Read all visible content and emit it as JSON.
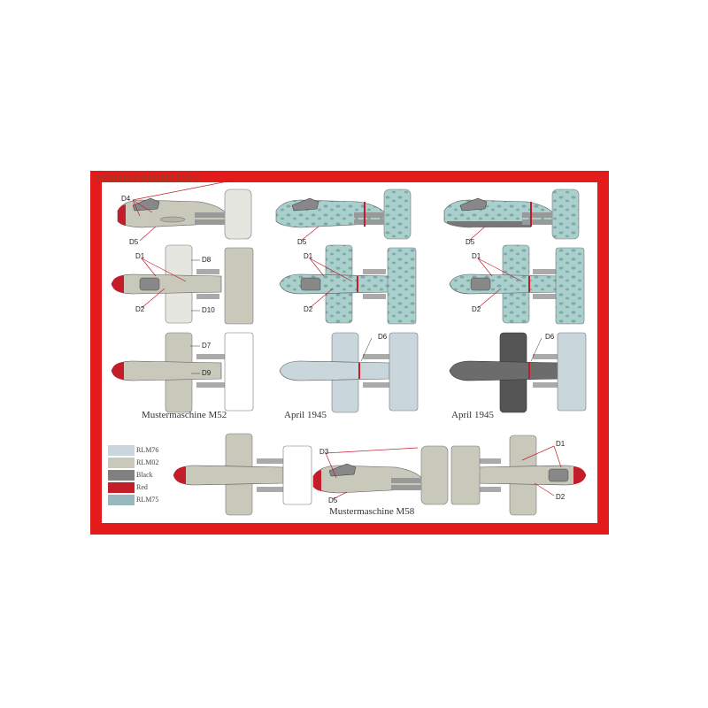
{
  "watermark": "HOBBYSHOP.CZ©",
  "captions": {
    "col1": "Mustermaschine M52",
    "col2": "April 1945",
    "col3": "April 1945",
    "bottom": "Mustermaschine M58"
  },
  "decal_labels": {
    "d1": "D1",
    "d2": "D2",
    "d3": "D3",
    "d4": "D4",
    "d5": "D5",
    "d6": "D6",
    "d7": "D7",
    "d8": "D8",
    "d9": "D9",
    "d10": "D10"
  },
  "legend": [
    {
      "label": "RLM76",
      "color": "#c9d6dc"
    },
    {
      "label": "RLM02",
      "color": "#c8c8bb"
    },
    {
      "label": "Black",
      "color": "#808080"
    },
    {
      "label": "Red",
      "color": "#c31d2a"
    },
    {
      "label": "RLM75",
      "color": "#98b8bb"
    }
  ],
  "colors": {
    "frame": "#e31b1b",
    "rlm02": "#c8c8bb",
    "rlm76": "#c9d6dc",
    "rlm75": "#98b8bb",
    "black": "#6c6c6c",
    "red": "#c31d2a",
    "camo": "#9fc9c6",
    "camo_spot": "#7fa9a6"
  }
}
